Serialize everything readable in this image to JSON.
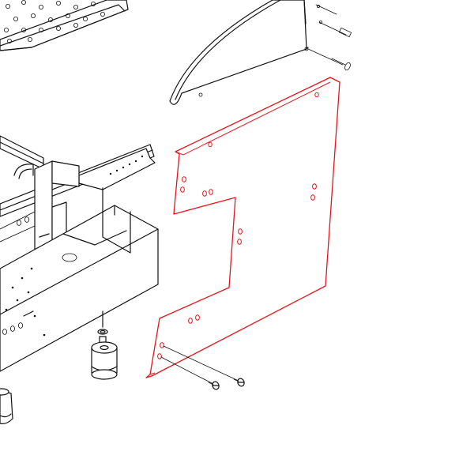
{
  "diagram": {
    "type": "exploded-parts-view",
    "highlight_color": "#e8141a",
    "line_color": "#111111",
    "background": "#ffffff",
    "highlighted_part": "side-panel",
    "parts": [
      "perforated-tray",
      "curved-side-bracket",
      "side-panel",
      "chassis-frame",
      "leveling-foot",
      "screws"
    ]
  }
}
